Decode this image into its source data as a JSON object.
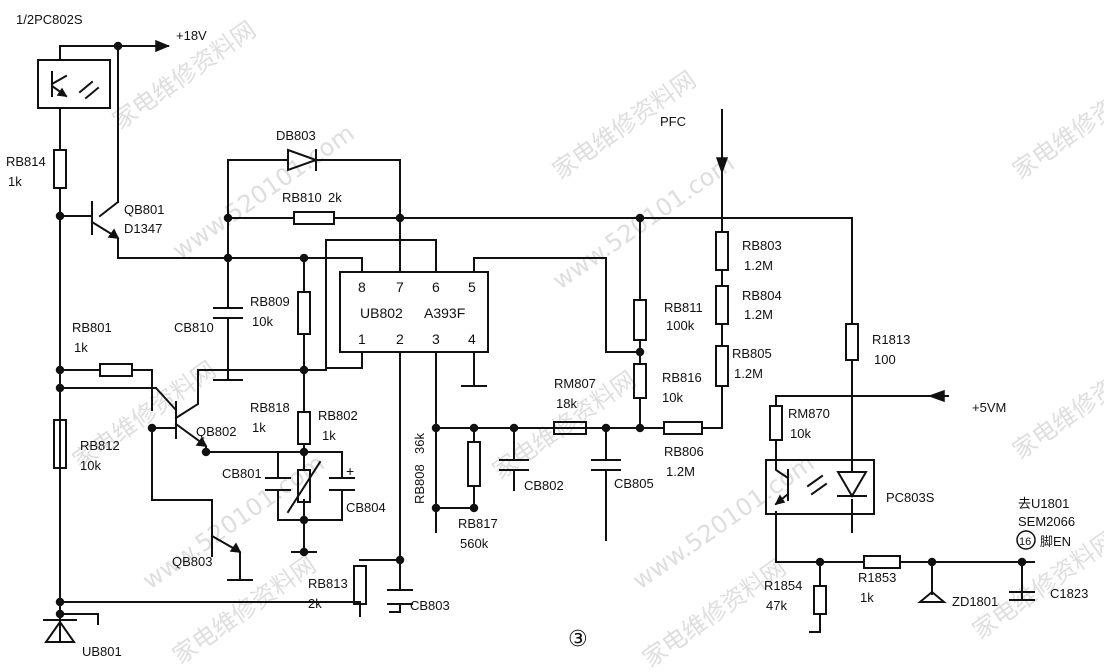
{
  "labels": {
    "pc802": "1/2PC802S",
    "v18": "+18V",
    "rb814": "RB814",
    "rb814_val": "1k",
    "qb801": "QB801",
    "qb801_type": "D1347",
    "db803": "DB803",
    "rb810": "RB810",
    "rb810_val": "2k",
    "pfc": "PFC",
    "rb803": "RB803",
    "rb803_val": "1.2M",
    "rb804": "RB804",
    "rb804_val": "1.2M",
    "rb805": "RB805",
    "rb805_val": "1.2M",
    "rb811": "RB811",
    "rb811_val": "100k",
    "rb816_val": "10k",
    "r1813": "R1813",
    "r1813_val": "100",
    "cb810": "CB810",
    "rb809": "RB809",
    "rb809_val": "10k",
    "ub802": "UB802",
    "ub802_type": "A393F",
    "pin8": "8",
    "pin7": "7",
    "pin6": "6",
    "pin5": "5",
    "pin1": "1",
    "pin2": "2",
    "pin3": "3",
    "pin4": "4",
    "rb801": "RB801",
    "rb801_val": "1k",
    "rb812": "RB812",
    "rb812_val": "10k",
    "qb802": "QB802",
    "rb818": "RB818",
    "rb818_val": "1k",
    "rb802": "RB802",
    "rb802_val": "1k",
    "plus": "+",
    "cb801": "CB801",
    "cb804": "CB804",
    "rb808": "RB808",
    "rb808_val": "36k",
    "rb817": "RB817",
    "rb817_val": "560k",
    "cb802": "CB802",
    "rm807": "RM807",
    "rm807_val": "18k",
    "rb816": "RB816",
    "cb805": "CB805",
    "rb806": "RB806",
    "rb806_val": "1.2M",
    "rm870": "RM870",
    "rm870_val": "10k",
    "v5vm": "+5VM",
    "pc803": "PC803S",
    "to_u1801": "去U1801",
    "sem2066": "SEM2066",
    "pin16": "16",
    "pin_en": "脚EN",
    "qb803": "QB803",
    "rb813": "RB813",
    "rb813_val": "2k",
    "cb803": "CB803",
    "ub801": "UB801",
    "r1854": "R1854",
    "r1854_val": "47k",
    "r1853": "R1853",
    "r1853_val": "1k",
    "zd1801": "ZD1801",
    "c1823": "C1823",
    "page_no": "③"
  },
  "watermark": {
    "site": "www.520101.com",
    "brand": "家电维修资料网"
  }
}
